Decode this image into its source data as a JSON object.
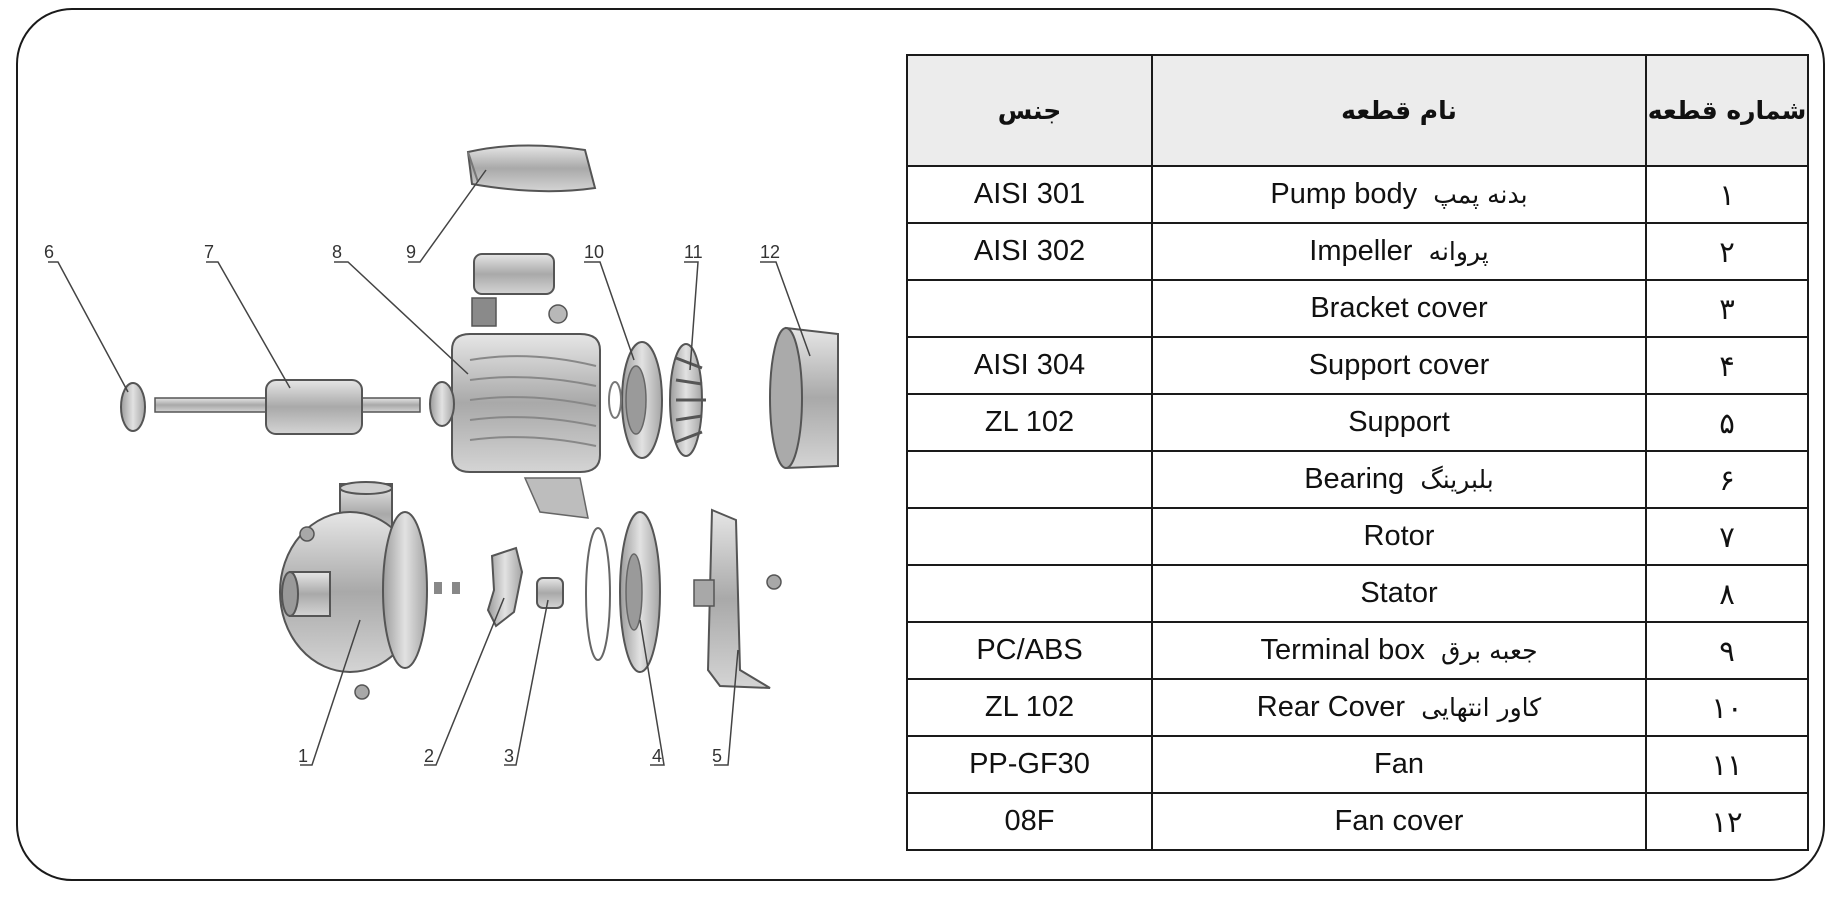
{
  "table": {
    "headers": {
      "number": "شماره قطعه",
      "name": "نام قطعه",
      "material": "جنس"
    },
    "rows": [
      {
        "number": "۱",
        "name_fa": "بدنه پمپ",
        "name_en": "Pump body",
        "material": "AISI 301"
      },
      {
        "number": "۲",
        "name_fa": "پروانه",
        "name_en": "Impeller",
        "material": "AISI 302"
      },
      {
        "number": "۳",
        "name_fa": "",
        "name_en": "Bracket cover",
        "material": ""
      },
      {
        "number": "۴",
        "name_fa": "",
        "name_en": "Support cover",
        "material": "AISI 304"
      },
      {
        "number": "۵",
        "name_fa": "",
        "name_en": "Support",
        "material": "ZL 102"
      },
      {
        "number": "۶",
        "name_fa": "بلبرینگ",
        "name_en": "Bearing",
        "material": ""
      },
      {
        "number": "۷",
        "name_fa": "",
        "name_en": "Rotor",
        "material": ""
      },
      {
        "number": "۸",
        "name_fa": "",
        "name_en": "Stator",
        "material": ""
      },
      {
        "number": "۹",
        "name_fa": "جعبه برق",
        "name_en": "Terminal box",
        "material": "PC/ABS"
      },
      {
        "number": "۱۰",
        "name_fa": "کاور انتهایی",
        "name_en": "Rear Cover",
        "material": "ZL 102"
      },
      {
        "number": "۱۱",
        "name_fa": "",
        "name_en": "Fan",
        "material": "PP-GF30"
      },
      {
        "number": "۱۲",
        "name_fa": "",
        "name_en": "Fan cover",
        "material": "08F"
      }
    ]
  },
  "diagram": {
    "callouts": [
      "1",
      "2",
      "3",
      "4",
      "5",
      "6",
      "7",
      "8",
      "9",
      "10",
      "11",
      "12"
    ]
  },
  "colors": {
    "border": "#1a1a1a",
    "header_bg": "#ececec",
    "part_fill": "#c9c9c9",
    "part_stroke": "#555555"
  }
}
